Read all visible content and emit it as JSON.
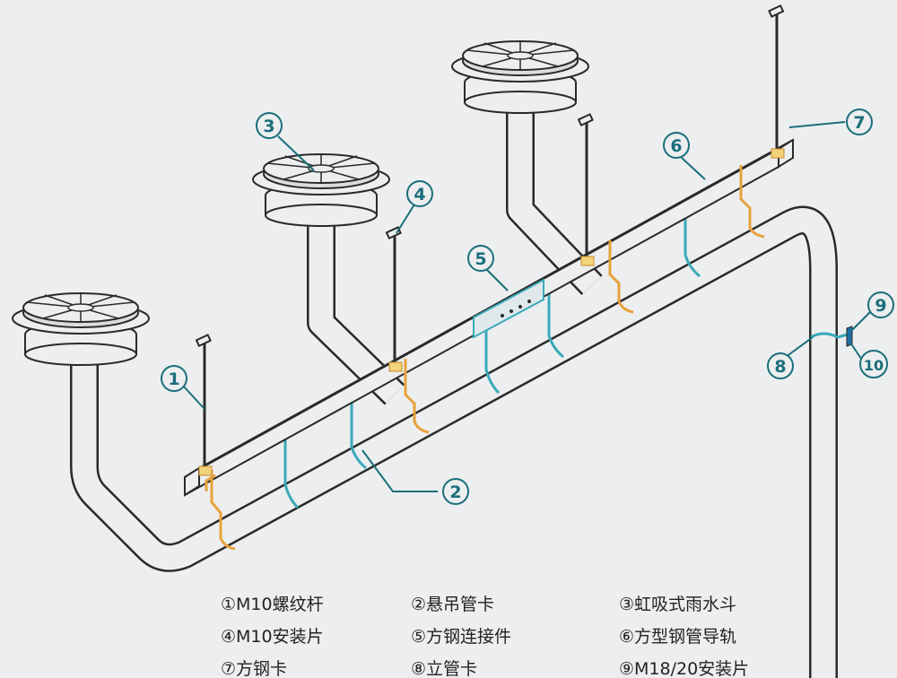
{
  "callouts": [
    {
      "id": "1",
      "num": "1"
    },
    {
      "id": "2",
      "num": "2"
    },
    {
      "id": "3",
      "num": "3"
    },
    {
      "id": "4",
      "num": "4"
    },
    {
      "id": "5",
      "num": "5"
    },
    {
      "id": "6",
      "num": "6"
    },
    {
      "id": "7",
      "num": "7"
    },
    {
      "id": "8",
      "num": "8"
    },
    {
      "id": "9",
      "num": "9"
    },
    {
      "id": "10",
      "num": "10"
    }
  ],
  "legend": [
    {
      "text": "①M10螺纹杆"
    },
    {
      "text": "②悬吊管卡"
    },
    {
      "text": "③虹吸式雨水斗"
    },
    {
      "text": "④M10安装片"
    },
    {
      "text": "⑤方钢连接件"
    },
    {
      "text": "⑥方型钢管导轨"
    },
    {
      "text": "⑦方钢卡"
    },
    {
      "text": "⑧立管卡"
    },
    {
      "text": "⑨M18/20安装片"
    }
  ],
  "colors": {
    "background": "#eceeef",
    "pipe_outline": "#2a2a2a",
    "pipe_fill": "#eceeef",
    "pipe_clamp": "#3aa9b9",
    "steel_clamp": "#e8a13a",
    "callout": "#1a6e7a",
    "legend_text": "#222222"
  }
}
